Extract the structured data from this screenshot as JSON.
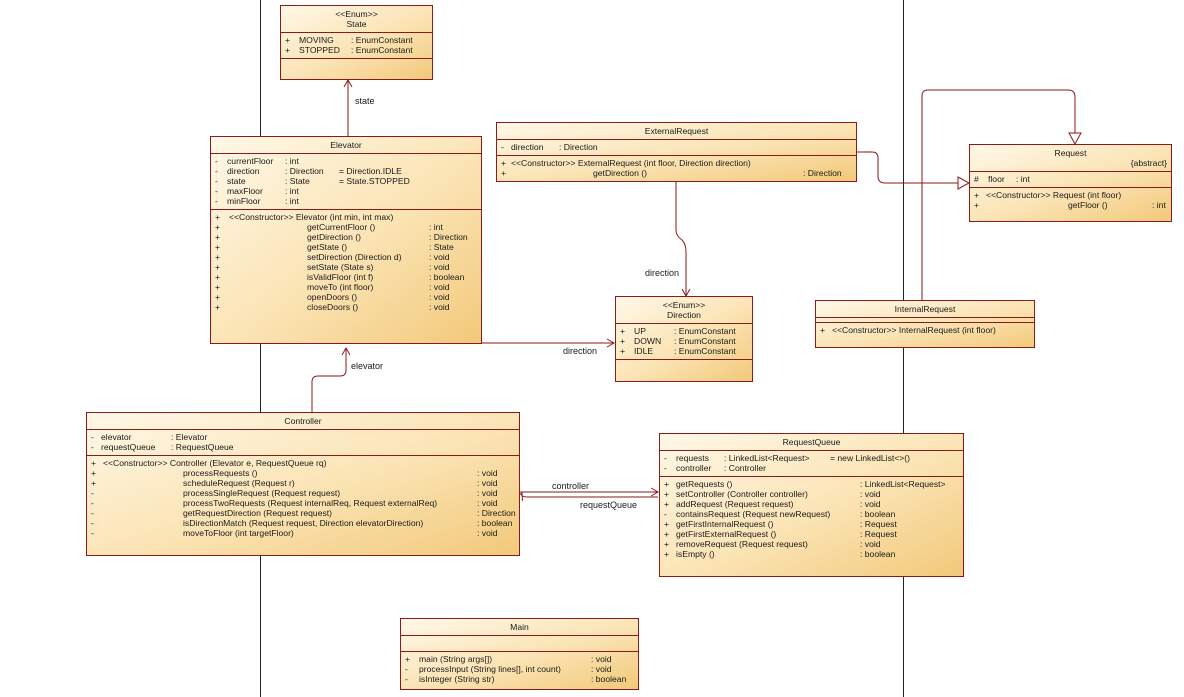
{
  "classes": {
    "state": {
      "stereotype": "<<Enum>>",
      "name": "State",
      "attributes": [
        {
          "vis": "+",
          "name": "MOVING",
          "type": ": EnumConstant"
        },
        {
          "vis": "+",
          "name": "STOPPED",
          "type": ": EnumConstant"
        }
      ]
    },
    "elevator": {
      "name": "Elevator",
      "attributes": [
        {
          "vis": "-",
          "name": "currentFloor",
          "type": ": int",
          "default": ""
        },
        {
          "vis": "-",
          "name": "direction",
          "type": ": Direction",
          "default": "= Direction.IDLE"
        },
        {
          "vis": "-",
          "name": "state",
          "type": ": State",
          "default": "= State.STOPPED"
        },
        {
          "vis": "-",
          "name": "maxFloor",
          "type": ": int",
          "default": ""
        },
        {
          "vis": "-",
          "name": "minFloor",
          "type": ": int",
          "default": ""
        }
      ],
      "constructor": {
        "vis": "+",
        "text": "<<Constructor>>  Elevator (int min, int max)"
      },
      "methods": [
        {
          "vis": "+",
          "sig": "getCurrentFloor ()",
          "ret": ": int"
        },
        {
          "vis": "+",
          "sig": "getDirection ()",
          "ret": ": Direction"
        },
        {
          "vis": "+",
          "sig": "getState ()",
          "ret": ": State"
        },
        {
          "vis": "+",
          "sig": "setDirection (Direction d)",
          "ret": ": void"
        },
        {
          "vis": "+",
          "sig": "setState (State s)",
          "ret": ": void"
        },
        {
          "vis": "+",
          "sig": "isValidFloor (int f)",
          "ret": ": boolean"
        },
        {
          "vis": "+",
          "sig": "moveTo (int floor)",
          "ret": ": void"
        },
        {
          "vis": "+",
          "sig": "openDoors ()",
          "ret": ": void"
        },
        {
          "vis": "+",
          "sig": "closeDoors ()",
          "ret": ": void"
        }
      ]
    },
    "external_request": {
      "name": "ExternalRequest",
      "attributes": [
        {
          "vis": "-",
          "name": "direction",
          "type": ": Direction"
        }
      ],
      "methods": [
        {
          "vis": "+",
          "sig": "<<Constructor>>  ExternalRequest (int floor, Direction direction)",
          "ret": ""
        },
        {
          "vis": "+",
          "sig": "getDirection ()",
          "ret": ": Direction"
        }
      ]
    },
    "request": {
      "name": "Request",
      "modifier": "{abstract}",
      "attributes": [
        {
          "vis": "#",
          "name": "floor",
          "type": ": int"
        }
      ],
      "methods": [
        {
          "vis": "+",
          "sig": "<<Constructor>>  Request (int floor)",
          "ret": ""
        },
        {
          "vis": "+",
          "sig": "getFloor ()",
          "ret": ": int"
        }
      ]
    },
    "direction": {
      "stereotype": "<<Enum>>",
      "name": "Direction",
      "attributes": [
        {
          "vis": "+",
          "name": "UP",
          "type": ": EnumConstant"
        },
        {
          "vis": "+",
          "name": "DOWN",
          "type": ": EnumConstant"
        },
        {
          "vis": "+",
          "name": "IDLE",
          "type": ": EnumConstant"
        }
      ]
    },
    "internal_request": {
      "name": "InternalRequest",
      "methods": [
        {
          "vis": "+",
          "sig": "<<Constructor>>  InternalRequest (int floor)"
        }
      ]
    },
    "controller": {
      "name": "Controller",
      "attributes": [
        {
          "vis": "-",
          "name": "elevator",
          "type": ": Elevator"
        },
        {
          "vis": "-",
          "name": "requestQueue",
          "type": ": RequestQueue"
        }
      ],
      "constructor": {
        "vis": "+",
        "text": "<<Constructor>>  Controller (Elevator e, RequestQueue rq)"
      },
      "methods": [
        {
          "vis": "+",
          "sig": "processRequests ()",
          "ret": ": void"
        },
        {
          "vis": "+",
          "sig": "scheduleRequest (Request r)",
          "ret": ": void"
        },
        {
          "vis": "-",
          "sig": "processSingleRequest (Request request)",
          "ret": ": void"
        },
        {
          "vis": "-",
          "sig": "processTwoRequests (Request internalReq, Request externalReq)",
          "ret": ": void"
        },
        {
          "vis": "-",
          "sig": "getRequestDirection (Request request)",
          "ret": ": Direction"
        },
        {
          "vis": "-",
          "sig": "isDirectionMatch (Request request, Direction elevatorDirection)",
          "ret": ": boolean"
        },
        {
          "vis": "-",
          "sig": "moveToFloor (int targetFloor)",
          "ret": ": void"
        }
      ]
    },
    "request_queue": {
      "name": "RequestQueue",
      "attributes": [
        {
          "vis": "-",
          "name": "requests",
          "type": ": LinkedList<Request>",
          "default": "= new LinkedList<>()"
        },
        {
          "vis": "-",
          "name": "controller",
          "type": ": Controller",
          "default": ""
        }
      ],
      "methods": [
        {
          "vis": "+",
          "sig": "getRequests ()",
          "ret": ": LinkedList<Request>"
        },
        {
          "vis": "+",
          "sig": "setController (Controller controller)",
          "ret": ": void"
        },
        {
          "vis": "+",
          "sig": "addRequest (Request request)",
          "ret": ": void"
        },
        {
          "vis": "-",
          "sig": "containsRequest (Request newRequest)",
          "ret": ": boolean"
        },
        {
          "vis": "+",
          "sig": "getFirstInternalRequest ()",
          "ret": ": Request"
        },
        {
          "vis": "+",
          "sig": "getFirstExternalRequest ()",
          "ret": ": Request"
        },
        {
          "vis": "+",
          "sig": "removeRequest (Request request)",
          "ret": ": void"
        },
        {
          "vis": "+",
          "sig": "isEmpty ()",
          "ret": ": boolean"
        }
      ]
    },
    "main": {
      "name": "Main",
      "methods": [
        {
          "vis": "+",
          "sig": "main (String args[])",
          "ret": ": void"
        },
        {
          "vis": "-",
          "sig": "processInput (String lines[], int count)",
          "ret": ": void"
        },
        {
          "vis": "-",
          "sig": "isInteger (String str)",
          "ret": ": boolean"
        }
      ]
    }
  },
  "associations": {
    "elevator_state": "state",
    "external_direction": "direction",
    "elevator_direction": "direction",
    "controller_elevator": "elevator",
    "controller_queue": "controller",
    "queue_controller": "requestQueue"
  }
}
